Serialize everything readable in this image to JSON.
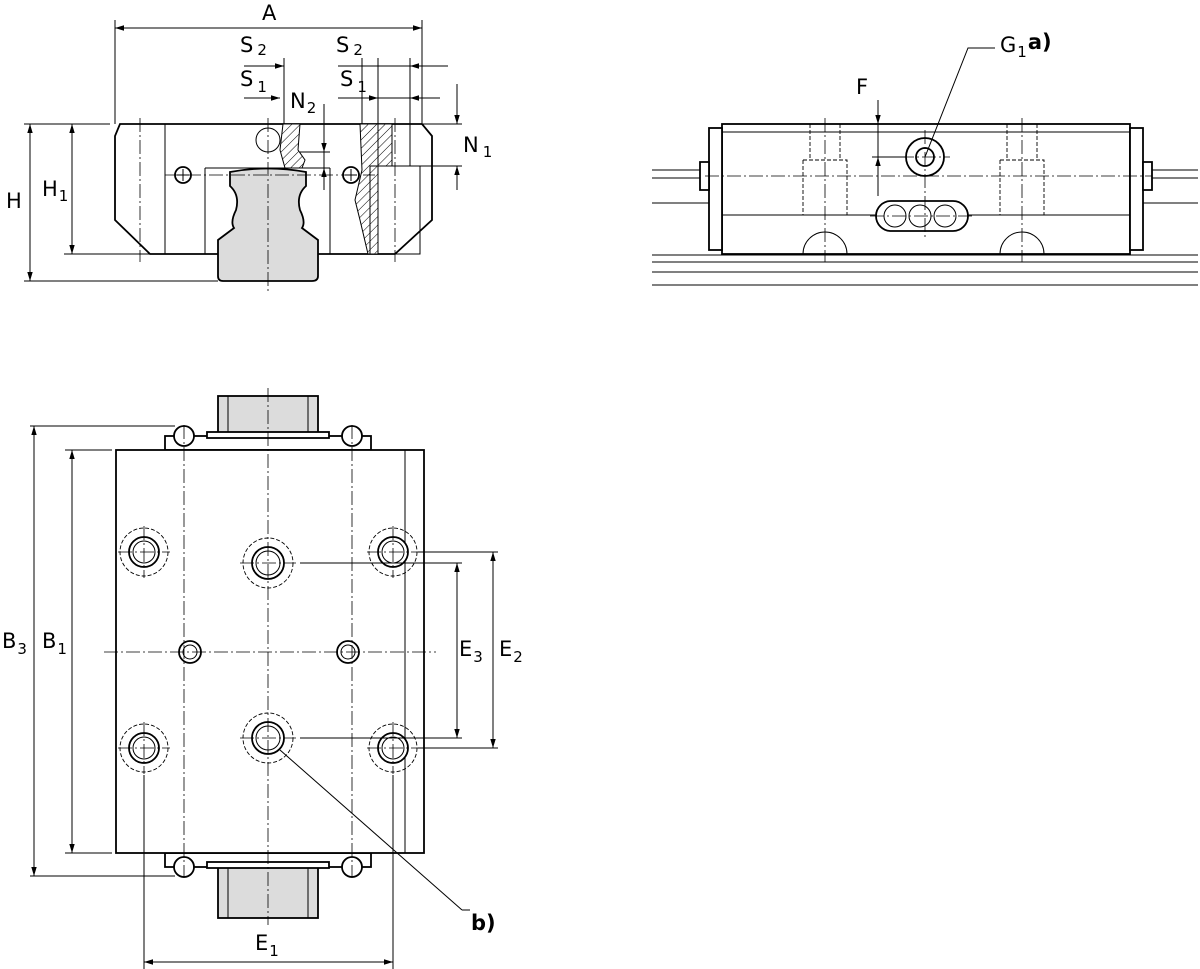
{
  "labels": {
    "A": "A",
    "S2_left": {
      "main": "S",
      "sub": "2"
    },
    "S2_right": {
      "main": "S",
      "sub": "2"
    },
    "S1_left": {
      "main": "S",
      "sub": "1"
    },
    "S1_right": {
      "main": "S",
      "sub": "1"
    },
    "N2": {
      "main": "N",
      "sub": "2"
    },
    "N1": {
      "main": "N",
      "sub": "1"
    },
    "H": "H",
    "H1": {
      "main": "H",
      "sub": "1"
    },
    "F": "F",
    "G1": {
      "main": "G",
      "sub": "1"
    },
    "note_a": "a)",
    "B3": {
      "main": "B",
      "sub": "3"
    },
    "B1": {
      "main": "B",
      "sub": "1"
    },
    "E3": {
      "main": "E",
      "sub": "3"
    },
    "E2": {
      "main": "E",
      "sub": "2"
    },
    "E1": {
      "main": "E",
      "sub": "1"
    },
    "note_b": "b)"
  }
}
